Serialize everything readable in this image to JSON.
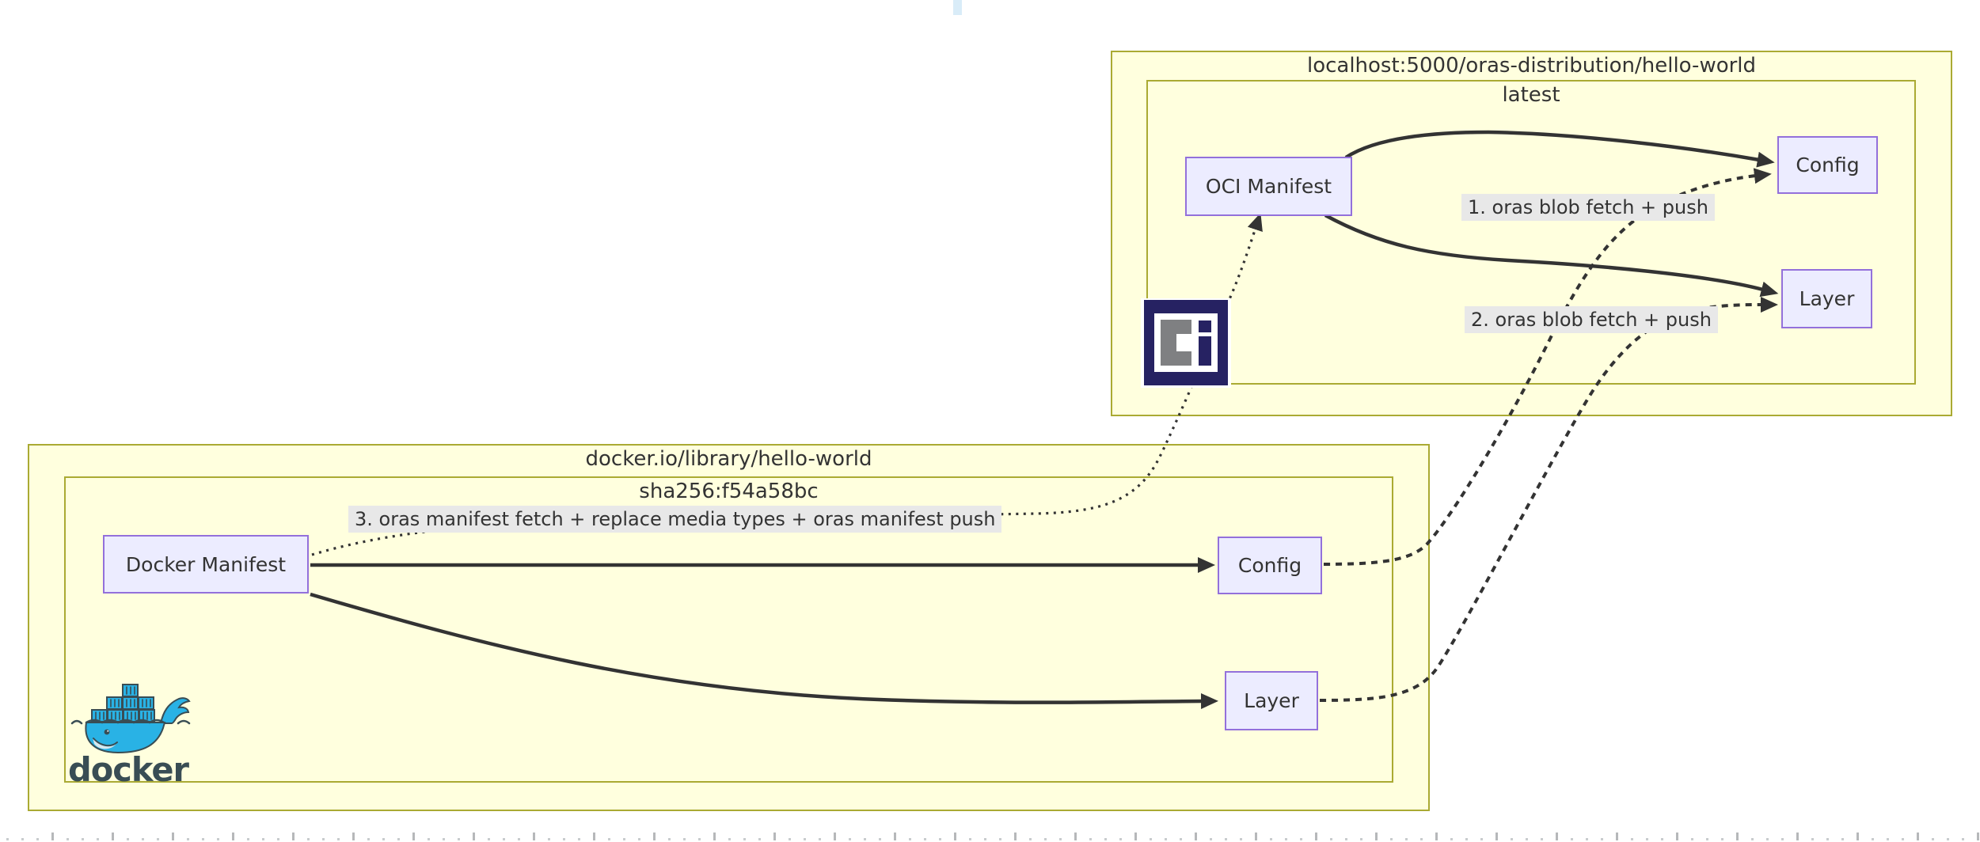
{
  "diagram": {
    "oras_registry": {
      "title": "localhost:5000/oras-distribution/hello-world",
      "tag": "latest",
      "nodes": {
        "manifest": "OCI Manifest",
        "config": "Config",
        "layer": "Layer"
      }
    },
    "docker_registry": {
      "title": "docker.io/library/hello-world",
      "digest": "sha256:f54a58bc",
      "wordmark": "docker",
      "nodes": {
        "manifest": "Docker Manifest",
        "config": "Config",
        "layer": "Layer"
      }
    },
    "steps": {
      "step1": "1. oras blob fetch + push",
      "step2": "2. oras blob fetch + push",
      "step3": "3. oras manifest fetch + replace media types + oras manifest push"
    },
    "icons": {
      "oci": "oci-logo",
      "docker": "docker-whale-logo"
    },
    "colors": {
      "box_fill": "#ffffde",
      "box_border": "#aaaa33",
      "node_fill": "#ececff",
      "node_border": "#9370db",
      "edge": "#333333",
      "label_bg": "#e8e8e8",
      "text": "#333333",
      "oci_navy": "#262262",
      "oci_gray": "#7f8082",
      "docker_blue": "#29b2e5",
      "docker_dark": "#394d54",
      "caret_blue": "#d9ecf8"
    }
  }
}
